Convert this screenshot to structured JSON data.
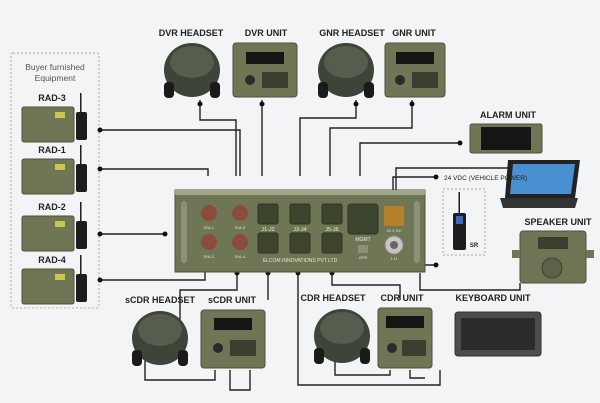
{
  "buyer_box": {
    "title_line1": "Buyer furnished",
    "title_line2": "Equipment"
  },
  "radios": [
    {
      "label": "RAD-3"
    },
    {
      "label": "RAD-1"
    },
    {
      "label": "RAD-2"
    },
    {
      "label": "RAD-4"
    }
  ],
  "top_devices": [
    {
      "label": "DVR HEADSET"
    },
    {
      "label": "DVR UNIT"
    },
    {
      "label": "GNR HEADSET"
    },
    {
      "label": "GNR UNIT"
    }
  ],
  "right_devices": {
    "alarm": "ALARM UNIT",
    "power": "24 VDC (VEHICLE POWER)",
    "sr": "SR",
    "speaker": "SPEAKER UNIT"
  },
  "bottom_devices": [
    {
      "label": "sCDR HEADSET"
    },
    {
      "label": "sCDR UNIT"
    },
    {
      "label": "CDR HEADSET"
    },
    {
      "label": "CDR UNIT"
    },
    {
      "label": "KEYBOARD UNIT"
    }
  ],
  "central_unit": {
    "maker": "ELCOM INNOVATIONS PVT LTD",
    "ports": [
      "R/A-1",
      "R/A-3",
      "J1-J2",
      "J3-J4",
      "J5-J6",
      "R/A-2",
      "R/A-4",
      "MGMT",
      "GPS",
      "24 V DC",
      "J-11"
    ]
  },
  "colors": {
    "olive": "#6f7655",
    "line": "#222222",
    "background": "#f3f4f6"
  }
}
